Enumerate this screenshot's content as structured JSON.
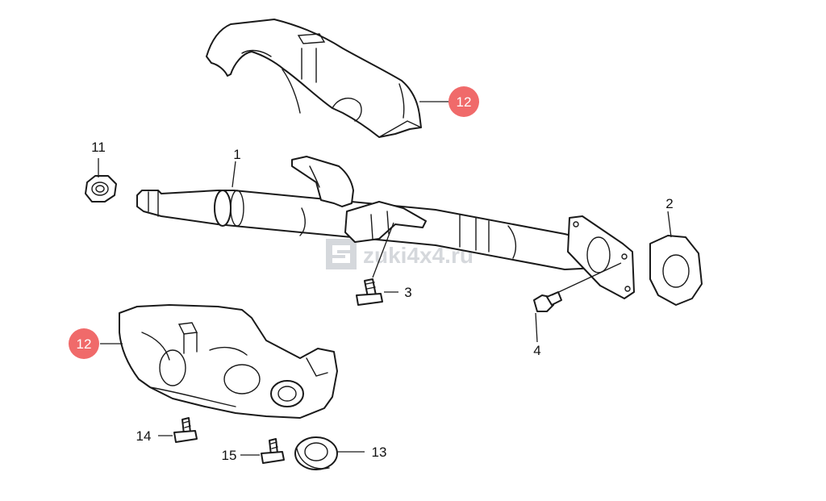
{
  "watermark": {
    "text": "zuki4x4.ru",
    "color": "#c8cbd1"
  },
  "highlight_color": "#f06a6a",
  "labels": {
    "p1": "1",
    "p2": "2",
    "p3": "3",
    "p4": "4",
    "p11": "11",
    "p12_upper": "12",
    "p12_lower": "12",
    "p13": "13",
    "p14": "14",
    "p15": "15"
  }
}
